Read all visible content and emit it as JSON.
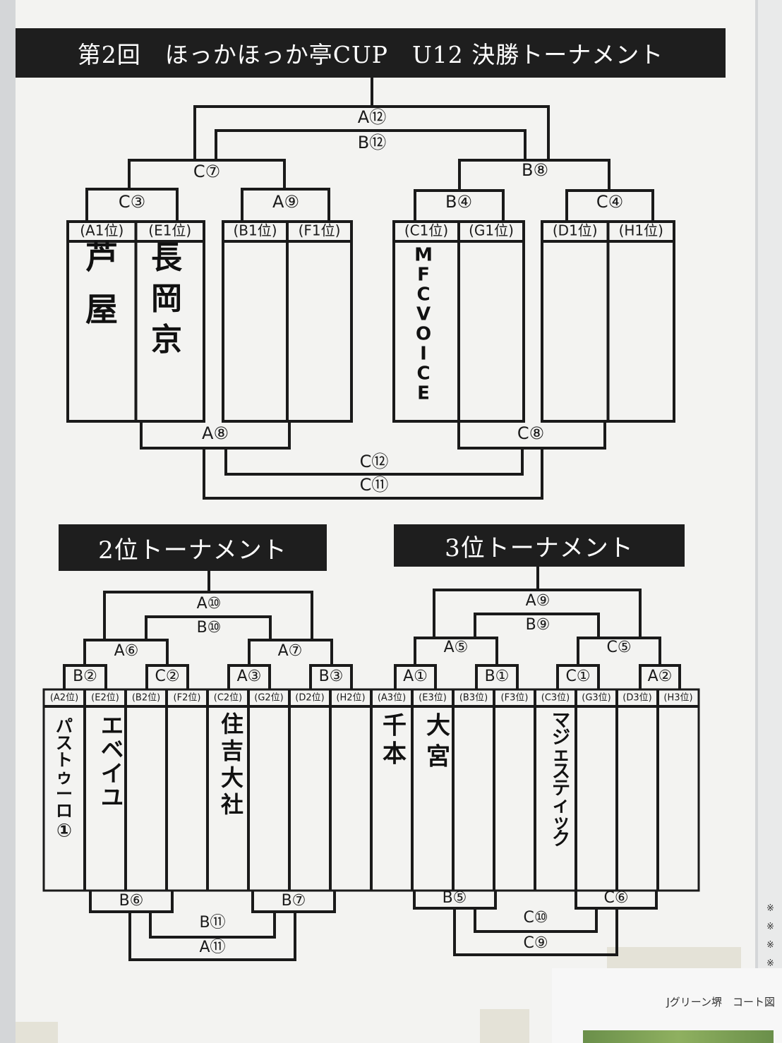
{
  "main_title": "第2回　ほっかほっか亭CUP　U12 決勝トーナメント",
  "second_title": "2位トーナメント",
  "third_title": "3位トーナメント",
  "main_bracket": {
    "slots": [
      "(A1位)",
      "(E1位)",
      "(B1位)",
      "(F1位)",
      "(C1位)",
      "(G1位)",
      "(D1位)",
      "(H1位)"
    ],
    "teams": [
      "芦屋",
      "長岡京",
      "",
      "",
      "MFC.VOICE",
      "",
      "",
      ""
    ],
    "matches_top": [
      "C③",
      "A⑨",
      "B④",
      "C④",
      "C⑦",
      "B⑧",
      "A⑫",
      "B⑫"
    ],
    "matches_bottom": [
      "A⑧",
      "C⑧",
      "C⑫",
      "C⑪"
    ]
  },
  "second_bracket": {
    "slots": [
      "(A2位)",
      "(E2位)",
      "(B2位)",
      "(F2位)",
      "(C2位)",
      "(G2位)",
      "(D2位)",
      "(H2位)"
    ],
    "teams": [
      "パストゥーロ①",
      "エベイユ",
      "",
      "",
      "住吉大社",
      "",
      "",
      ""
    ],
    "matches_top": [
      "B②",
      "C②",
      "A③",
      "B③",
      "A⑥",
      "A⑦",
      "A⑩",
      "B⑩"
    ],
    "matches_bottom": [
      "B⑥",
      "B⑦",
      "B⑪",
      "A⑪"
    ]
  },
  "third_bracket": {
    "slots": [
      "(A3位)",
      "(E3位)",
      "(B3位)",
      "(F3位)",
      "(C3位)",
      "(G3位)",
      "(D3位)",
      "(H3位)"
    ],
    "teams": [
      "千本",
      "大宮",
      "",
      "",
      "マジェスティック",
      "",
      "",
      ""
    ],
    "matches_top": [
      "A①",
      "B①",
      "C①",
      "A②",
      "A⑤",
      "C⑤",
      "A⑨",
      "B⑨"
    ],
    "matches_bottom": [
      "B⑤",
      "C⑥",
      "C⑩",
      "C⑨"
    ]
  },
  "bottom_caption": "Jグリーン堺　コート図",
  "side_notes": [
    "※",
    "※",
    "※",
    "※"
  ],
  "colors": {
    "ink": "#1a1a1a",
    "paper": "#f3f3f1",
    "banner": "#1e1e1e",
    "handwriting": "#111111"
  }
}
